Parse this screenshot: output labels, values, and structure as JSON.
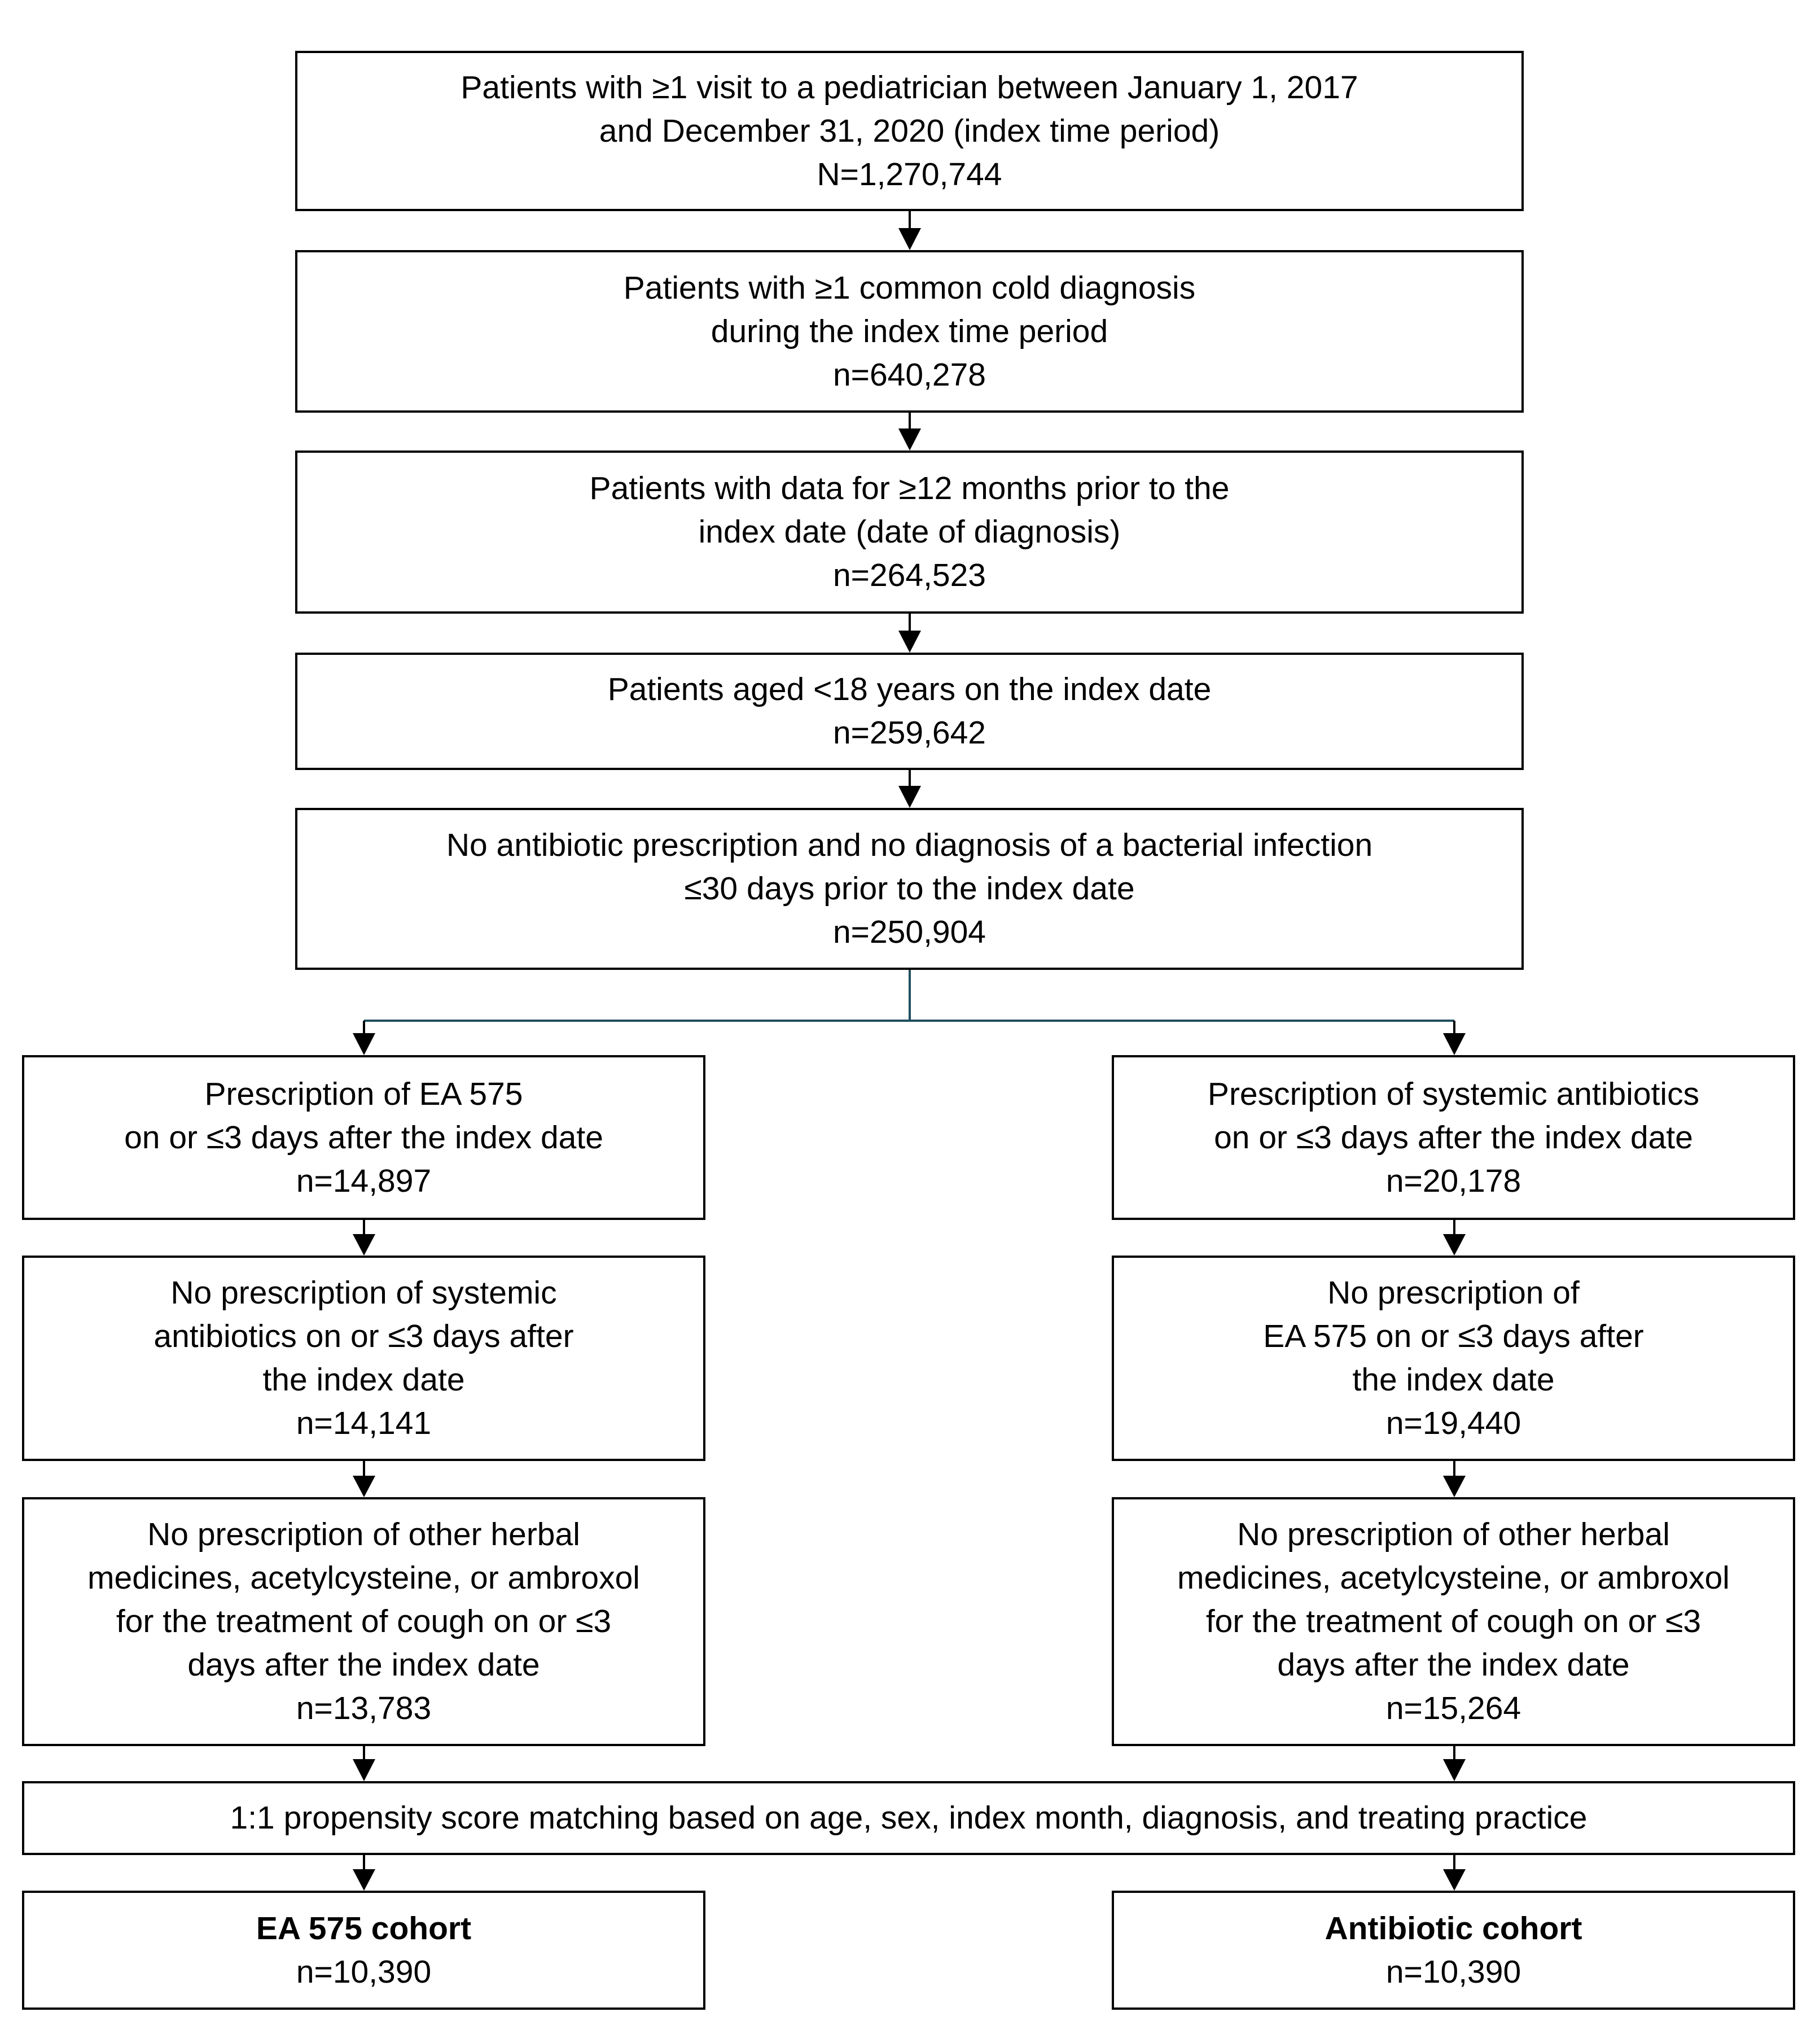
{
  "flowchart": {
    "box_1": [
      "Patients with ≥1 visit to a pediatrician between January 1, 2017",
      "and December 31, 2020 (index time period)",
      "N=1,270,744"
    ],
    "box_2": [
      "Patients with ≥1 common cold diagnosis",
      "during the index time period",
      "n=640,278"
    ],
    "box_3": [
      "Patients with data for ≥12 months prior to the",
      "index date (date of diagnosis)",
      "n=264,523"
    ],
    "box_4": [
      "Patients aged <18 years on the index date",
      "n=259,642"
    ],
    "box_5": [
      "No antibiotic prescription and no diagnosis of a bacterial infection",
      "≤30 days prior to the index date",
      "n=250,904"
    ],
    "left_1": [
      "Prescription of EA 575",
      "on or ≤3 days after the index date",
      "n=14,897"
    ],
    "right_1": [
      "Prescription of systemic antibiotics",
      "on or ≤3 days after the index date",
      "n=20,178"
    ],
    "left_2": [
      "No prescription of systemic",
      "antibiotics on or ≤3 days after",
      "the index date",
      "n=14,141"
    ],
    "right_2": [
      "No prescription of",
      "EA 575 on or ≤3 days after",
      "the index date",
      "n=19,440"
    ],
    "left_3": [
      "No prescription of other herbal",
      "medicines, acetylcysteine, or ambroxol",
      "for the treatment of cough on or ≤3",
      "days after the index date",
      "n=13,783"
    ],
    "right_3": [
      "No prescription of other herbal",
      "medicines, acetylcysteine, or ambroxol",
      "for the treatment of cough on or ≤3",
      "days after the index date",
      "n=15,264"
    ],
    "matching": "1:1 propensity score matching based on age, sex, index month, diagnosis, and treating practice",
    "left_cohort": {
      "title": "EA 575 cohort",
      "count": "n=10,390"
    },
    "right_cohort": {
      "title": "Antibiotic cohort",
      "count": "n=10,390"
    }
  },
  "colors": {
    "box_border": "#000000",
    "arrow": "#000000",
    "split_connector": "#1f4e5f",
    "background": "#ffffff"
  }
}
